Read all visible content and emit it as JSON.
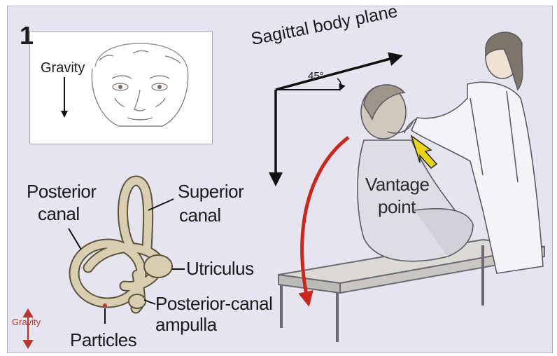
{
  "step_number": "1",
  "inset": {
    "gravity_label": "Gravity"
  },
  "axes": {
    "plane_label": "Sagittal body plane",
    "angle_label": "45°"
  },
  "labels": {
    "posterior_canal_line1": "Posterior",
    "posterior_canal_line2": "canal",
    "superior_canal_line1": "Superior",
    "superior_canal_line2": "canal",
    "utriculus": "Utriculus",
    "ampulla_line1": "Posterior-canal",
    "ampulla_line2": "ampulla",
    "particles": "Particles",
    "vantage_line1": "Vantage",
    "vantage_line2": "point",
    "gravity_small": "Gravity"
  },
  "colors": {
    "panel_bg": "#e6e4ef",
    "canal": "#d9cfb0",
    "canal_outline": "#5a543e",
    "rotation_arrow": "#c8281e",
    "vantage_arrow": "#e8d21a",
    "gravity_small": "#b4382c"
  }
}
